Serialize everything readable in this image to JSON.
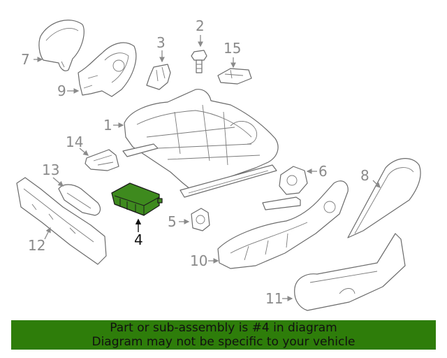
{
  "callouts": {
    "c1": "1",
    "c2": "2",
    "c3": "3",
    "c4": "4",
    "c5": "5",
    "c6": "6",
    "c7": "7",
    "c8": "8",
    "c9": "9",
    "c10": "10",
    "c11": "11",
    "c12": "12",
    "c13": "13",
    "c14": "14",
    "c15": "15"
  },
  "highlighted_part": "4",
  "colors": {
    "highlight": "#3e8a1e",
    "banner": "#2e7d0a",
    "linework": "#6b6b6b"
  },
  "banner": {
    "line1": "Part or sub-assembly is #4 in diagram",
    "line2": "Diagram may not be specific to your vehicle"
  }
}
